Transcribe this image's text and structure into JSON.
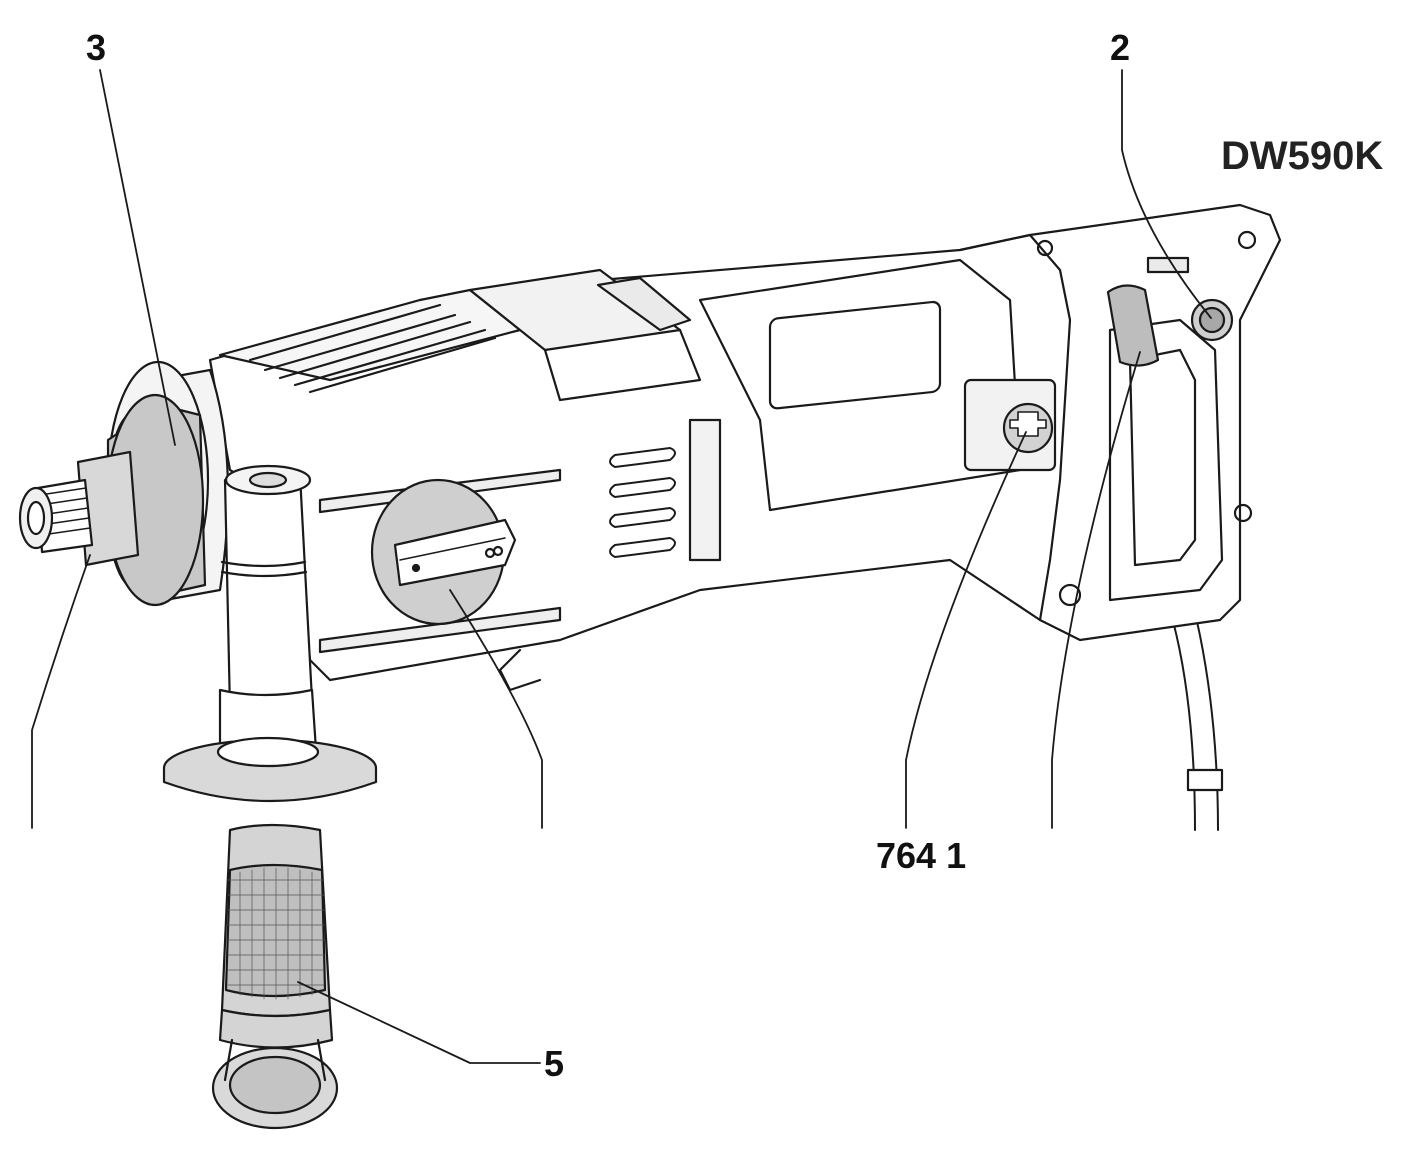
{
  "model_label": "DW590K",
  "callouts": {
    "c3": "3",
    "c2": "2",
    "c5": "5",
    "c7641": "764 1"
  }
}
